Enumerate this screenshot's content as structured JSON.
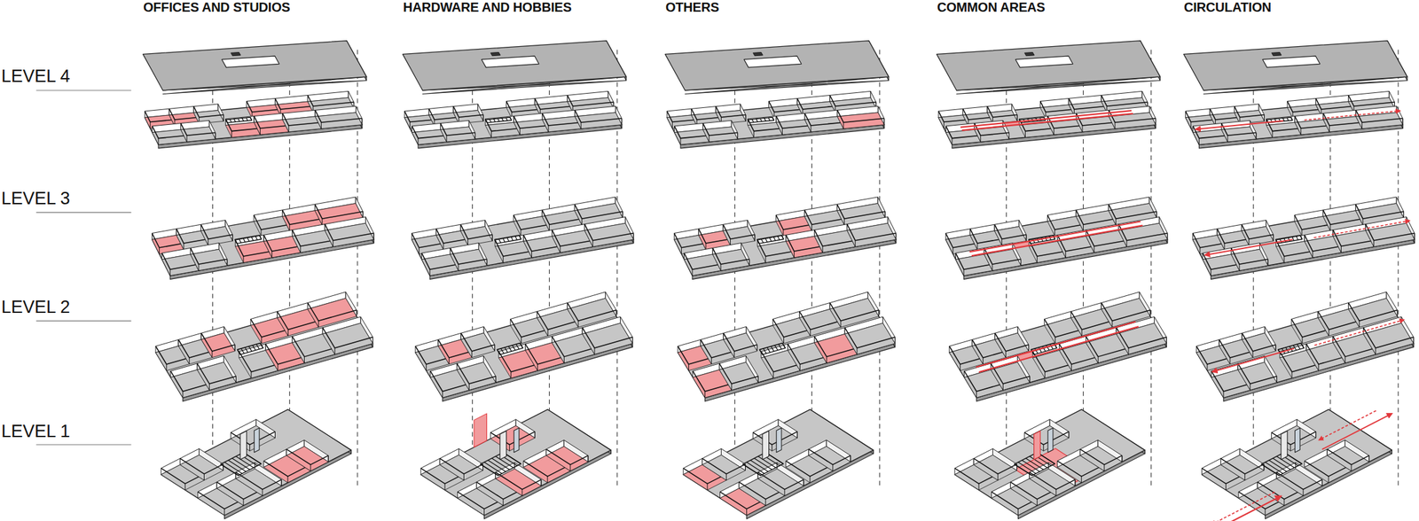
{
  "diagram": {
    "labels": [
      "OFFICES AND STUDIOS",
      "HARDWARE AND HOBBIES",
      "OTHERS",
      "COMMON AREAS",
      "CIRCULATION",
      "LEVEL 4",
      "LEVEL 3",
      "LEVEL 2",
      "LEVEL 1"
    ]
  }
}
